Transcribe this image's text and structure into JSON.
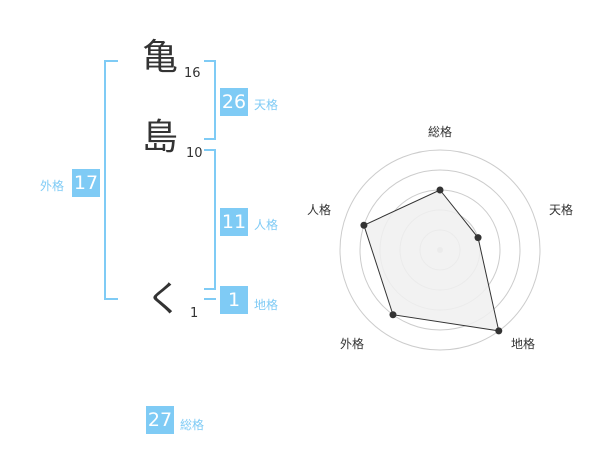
{
  "name": {
    "chars": [
      {
        "char": "亀",
        "strokes": "16"
      },
      {
        "char": "島",
        "strokes": "10"
      },
      {
        "char": "く",
        "strokes": "1"
      }
    ]
  },
  "fortunes": {
    "tenkaku": {
      "value": "26",
      "label": "天格"
    },
    "jinkaku": {
      "value": "11",
      "label": "人格"
    },
    "chikaku": {
      "value": "1",
      "label": "地格"
    },
    "gaikaku": {
      "value": "17",
      "label": "外格"
    },
    "soukaku": {
      "value": "27",
      "label": "総格"
    }
  },
  "colors": {
    "accent": "#7fcbf5",
    "line": "#333333",
    "fill": "#f0f0f0",
    "ring": "#cccccc"
  },
  "chart_data": {
    "type": "radar",
    "axes": [
      "総格",
      "天格",
      "地格",
      "外格",
      "人格"
    ],
    "values": [
      3,
      2,
      5,
      4,
      4
    ],
    "range": [
      0,
      5
    ],
    "rings": 5
  }
}
